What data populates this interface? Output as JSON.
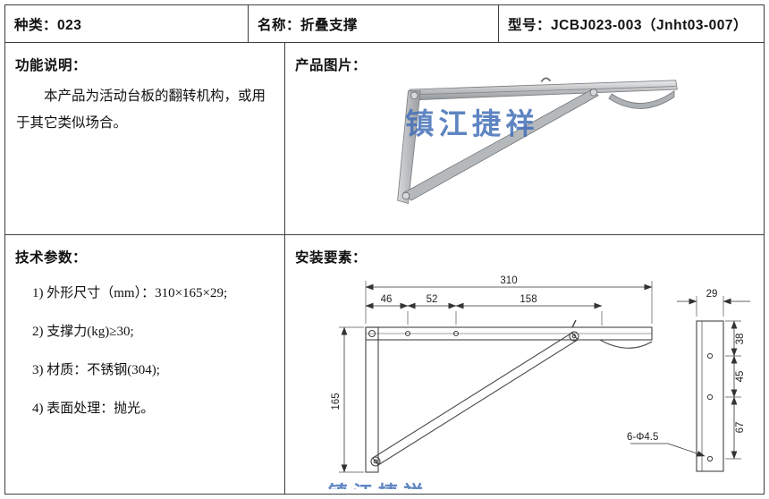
{
  "header": {
    "category": "种类：023",
    "name": "名称：折叠支撑",
    "model": "型号：JCBJ023-003（Jnht03-007）"
  },
  "function": {
    "title": "功能说明：",
    "body": "本产品为活动台板的翻转机构，或用于其它类似场合。"
  },
  "photo": {
    "title": "产品图片：",
    "watermark": "镇江捷祥"
  },
  "tech": {
    "title": "技术参数：",
    "items": [
      "1) 外形尺寸（mm）：310×165×29;",
      "2) 支撑力(kg)≥30;",
      "3) 材质：不锈钢(304);",
      "4) 表面处理：抛光。"
    ]
  },
  "install": {
    "title": "安装要素：",
    "dims": {
      "total": "310",
      "a46": "46",
      "a52": "52",
      "a158": "158",
      "w29": "29",
      "b38": "38",
      "b45": "45",
      "b67": "67",
      "h165": "165",
      "holes": "6-Φ4.5"
    }
  },
  "colors": {
    "watermark": "#4470b8",
    "border": "#3f3f3f",
    "drawing_line": "#444444"
  }
}
